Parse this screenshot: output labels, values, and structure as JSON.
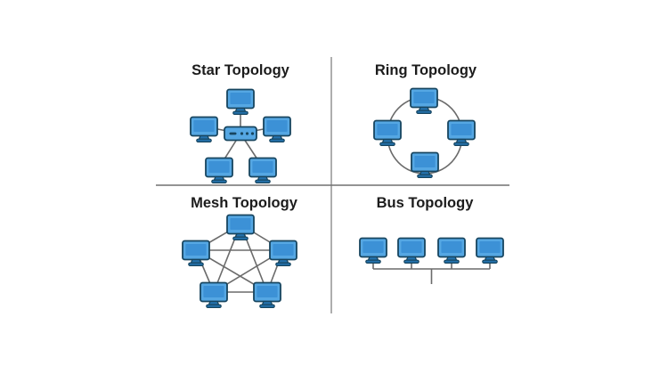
{
  "page": {
    "background": "#ffffff",
    "description": "Four network topology diagrams arranged in a 2x2 grid"
  },
  "colors": {
    "title_text": "#1c1c1c",
    "monitor_fill": "#55a7e3",
    "monitor_screen": "#3c91d6",
    "monitor_border": "#17455f",
    "monitor_stand": "#2471ab",
    "line": "#6b6b6b",
    "divider_vertical": "#9a9a9a",
    "divider_horizontal": "#707070"
  },
  "icons": {
    "computer": "computer-icon",
    "hub": "hub-icon"
  },
  "diagrams": {
    "star": {
      "title": "Star Topology",
      "computers": 5,
      "has_central_hub": true
    },
    "ring": {
      "title": "Ring Topology",
      "computers": 4,
      "shape": "circle"
    },
    "mesh": {
      "title": "Mesh Topology",
      "computers": 5,
      "connections": 10
    },
    "bus": {
      "title": "Bus Topology",
      "computers": 4,
      "shape": "shared-bus-line"
    }
  }
}
